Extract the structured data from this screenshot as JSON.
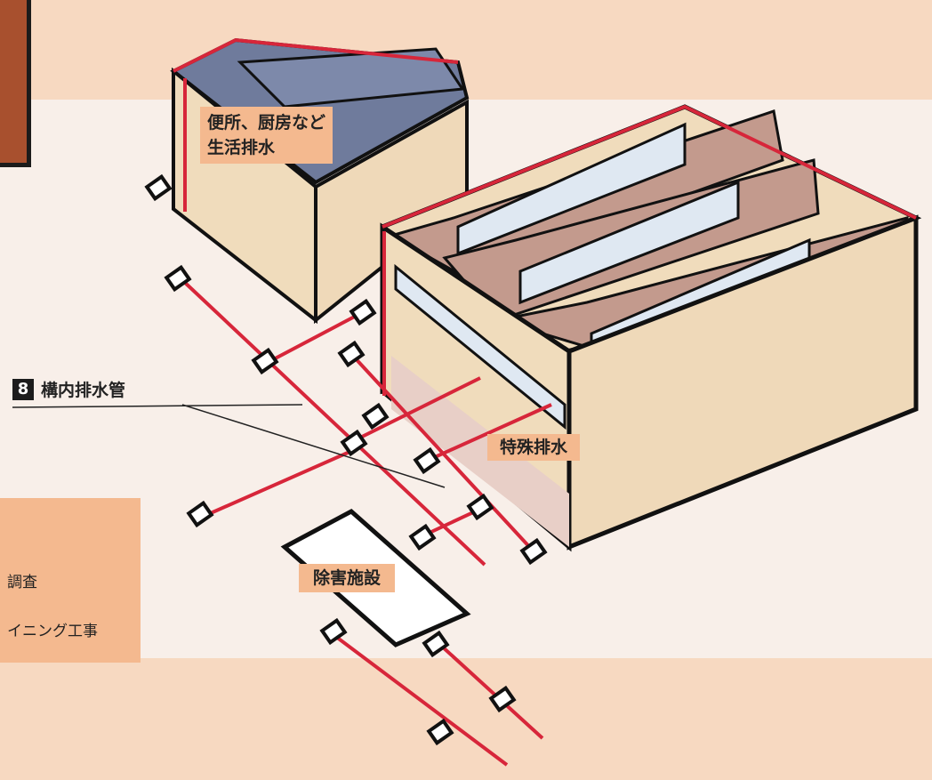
{
  "labels": {
    "domestic_line1": "便所、厨房など",
    "domestic_line2": "生活排水",
    "special": "特殊排水",
    "treatment": "除害施設",
    "legend_number": "8",
    "legend_text": "構内排水管"
  },
  "callout": {
    "line1": "調査",
    "line2": "イニング工事"
  },
  "colors": {
    "background": "#f7d9c1",
    "band": "#f8efe9",
    "pipe": "#d7263a",
    "wall": "#f0dcbc",
    "roof_small": "#6f7b9c",
    "roof_large": "#c39a8d",
    "label_bg": "#f4b98f"
  }
}
